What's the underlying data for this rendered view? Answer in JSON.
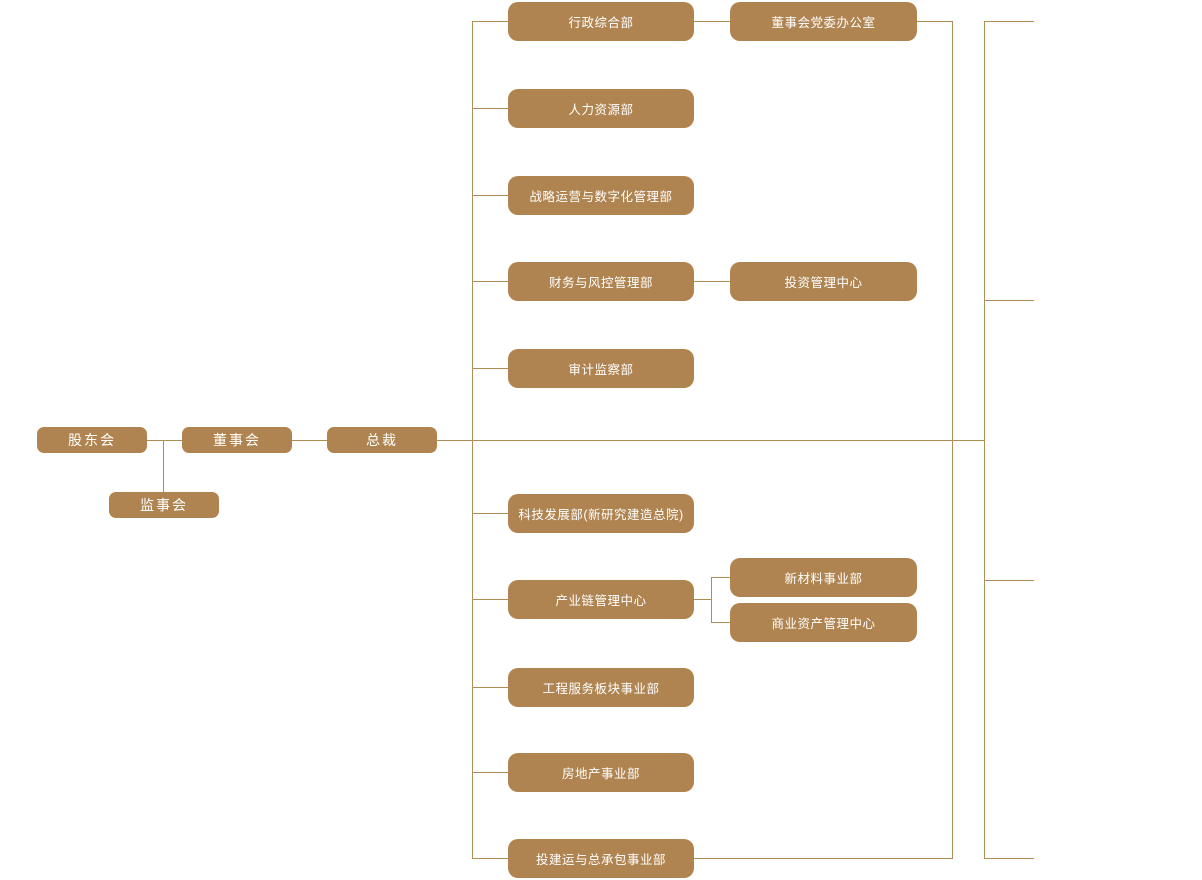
{
  "org_chart": {
    "governance": {
      "shareholders": {
        "label": "股东会"
      },
      "board": {
        "label": "董事会"
      },
      "president": {
        "label": "总裁"
      },
      "supervisory_board": {
        "label": "监事会"
      }
    },
    "functional_departments": [
      {
        "label": "行政综合部"
      },
      {
        "label": "人力资源部"
      },
      {
        "label": "战略运营与数字化管理部"
      },
      {
        "label": "财务与风控管理部"
      },
      {
        "label": "审计监察部"
      }
    ],
    "business_units": [
      {
        "label": "科技发展部(新研究建造总院)"
      },
      {
        "label": "产业链管理中心"
      },
      {
        "label": "工程服务板块事业部"
      },
      {
        "label": "房地产事业部"
      },
      {
        "label": "投建运与总承包事业部"
      }
    ],
    "sub_units": [
      {
        "label": "董事会党委办公室",
        "parent": "行政综合部"
      },
      {
        "label": "投资管理中心",
        "parent": "财务与风控管理部"
      },
      {
        "label": "新材料事业部",
        "parent": "产业链管理中心"
      },
      {
        "label": "商业资产管理中心",
        "parent": "产业链管理中心"
      }
    ],
    "colors": {
      "node_fill": "#b08450",
      "connector": "#b08c55",
      "node_text": "#ffffff",
      "background": "#ffffff"
    }
  }
}
